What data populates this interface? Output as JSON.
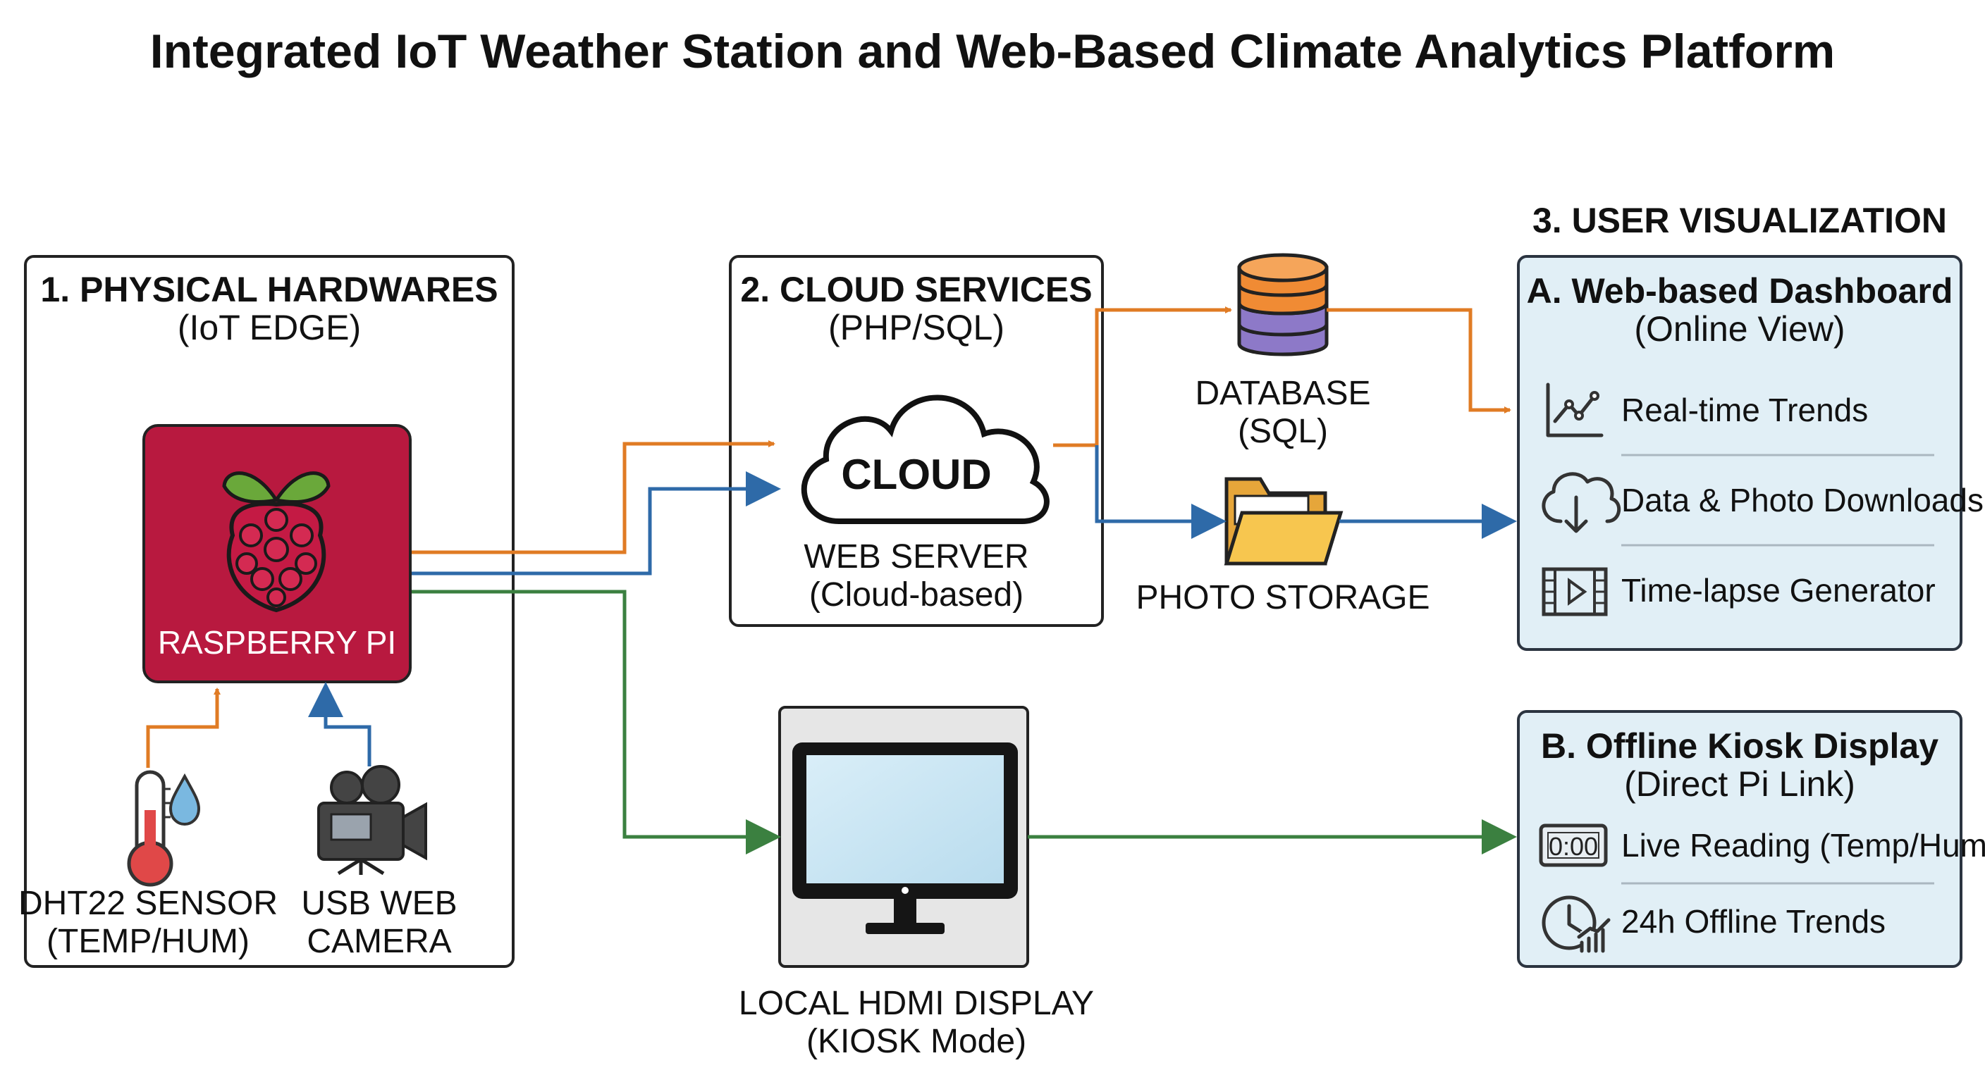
{
  "title": "Integrated IoT Weather Station and Web-Based Climate Analytics Platform",
  "hardware": {
    "title": "1. PHYSICAL HARDWARES",
    "subtitle": "(IoT EDGE)",
    "pi_label": "RASPBERRY PI",
    "sensor_line1": "DHT22 SENSOR",
    "sensor_line2": "(TEMP/HUM)",
    "camera_line1": "USB WEB",
    "camera_line2": "CAMERA"
  },
  "cloud": {
    "title": "2. CLOUD SERVICES",
    "subtitle": "(PHP/SQL)",
    "cloud_text": "CLOUD",
    "server_line1": "WEB SERVER",
    "server_line2": "(Cloud-based)"
  },
  "storage": {
    "db_line1": "DATABASE",
    "db_line2": "(SQL)",
    "photo": "PHOTO STORAGE"
  },
  "display": {
    "line1": "LOCAL HDMI DISPLAY",
    "line2": "(KIOSK Mode)"
  },
  "visualization": {
    "heading": "3. USER VISUALIZATION",
    "web": {
      "title": "A. Web-based Dashboard",
      "subtitle": "(Online View)",
      "items": [
        "Real-time Trends",
        "Data & Photo Downloads",
        "Time-lapse Generator"
      ]
    },
    "kiosk": {
      "title": "B. Offline Kiosk Display",
      "subtitle": "(Direct Pi Link)",
      "clock_text": "0:00",
      "items": [
        "Live Reading (Temp/Hum)",
        "24h Offline Trends"
      ]
    }
  },
  "colors": {
    "data_flow": "#e07b24",
    "photo_flow": "#2e6aa8",
    "local_flow": "#3b8040",
    "pi_red": "#b8193f"
  }
}
